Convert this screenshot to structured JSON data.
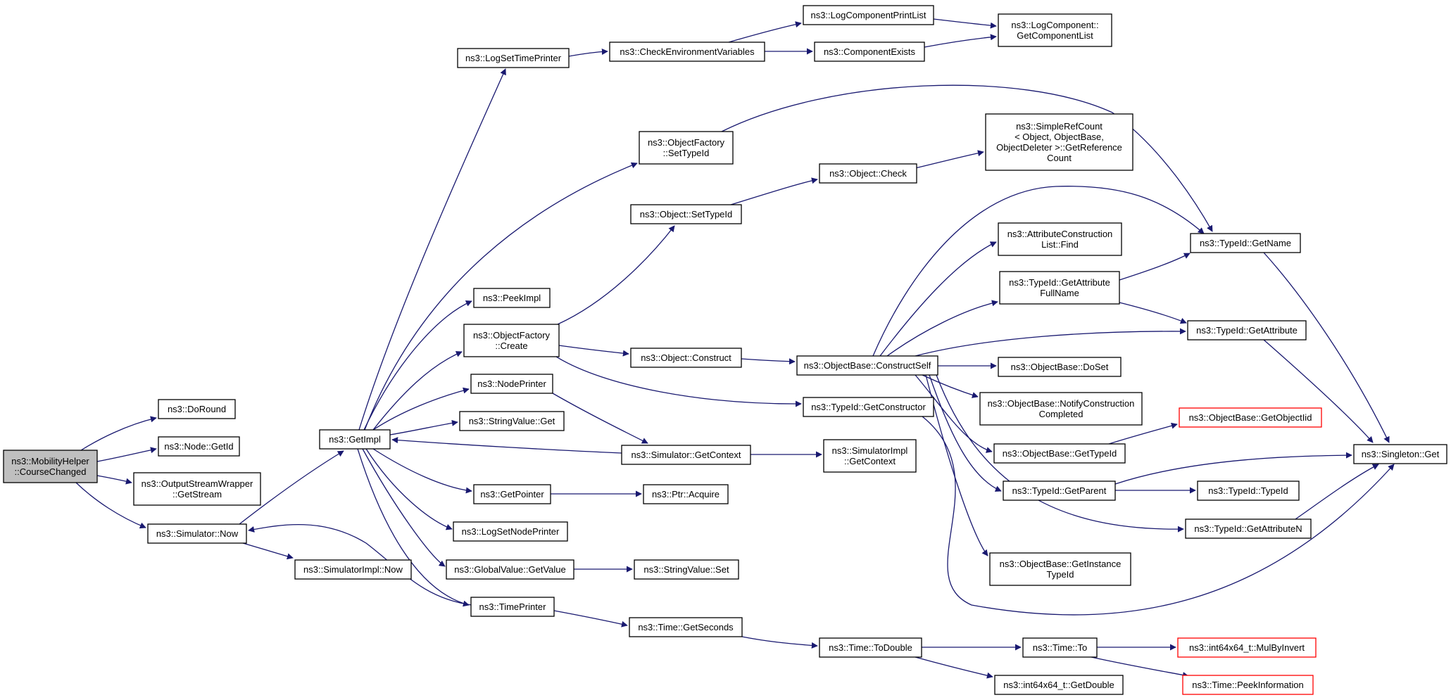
{
  "diagram": {
    "type": "call-graph",
    "colors": {
      "edge": "#191970",
      "node_border": "#000000",
      "truncated_border": "#ff0000",
      "root_fill": "#bfbfbf"
    },
    "nodes": [
      {
        "id": "root",
        "lines": [
          "ns3::MobilityHelper",
          "::CourseChanged"
        ],
        "kind": "root"
      },
      {
        "id": "doround",
        "lines": [
          "ns3::DoRound"
        ]
      },
      {
        "id": "nodegetid",
        "lines": [
          "ns3::Node::GetId"
        ]
      },
      {
        "id": "osw",
        "lines": [
          "ns3::OutputStreamWrapper",
          "::GetStream"
        ]
      },
      {
        "id": "simnow",
        "lines": [
          "ns3::Simulator::Now"
        ]
      },
      {
        "id": "simimplnow",
        "lines": [
          "ns3::SimulatorImpl::Now"
        ]
      },
      {
        "id": "getimpl",
        "lines": [
          "ns3::GetImpl"
        ]
      },
      {
        "id": "logsettime",
        "lines": [
          "ns3::LogSetTimePrinter"
        ]
      },
      {
        "id": "checkenv",
        "lines": [
          "ns3::CheckEnvironmentVariables"
        ]
      },
      {
        "id": "logcompprint",
        "lines": [
          "ns3::LogComponentPrintList"
        ]
      },
      {
        "id": "compexists",
        "lines": [
          "ns3::ComponentExists"
        ]
      },
      {
        "id": "logcomplist",
        "lines": [
          "ns3::LogComponent::",
          "GetComponentList"
        ]
      },
      {
        "id": "ofsettype",
        "lines": [
          "ns3::ObjectFactory",
          "::SetTypeId"
        ]
      },
      {
        "id": "simplerefcount",
        "lines": [
          "ns3::SimpleRefCount",
          "< Object, ObjectBase,",
          "ObjectDeleter >::GetReference",
          "Count"
        ]
      },
      {
        "id": "objcheck",
        "lines": [
          "ns3::Object::Check"
        ]
      },
      {
        "id": "objsettype",
        "lines": [
          "ns3::Object::SetTypeId"
        ]
      },
      {
        "id": "peekimpl",
        "lines": [
          "ns3::PeekImpl"
        ]
      },
      {
        "id": "ofcreate",
        "lines": [
          "ns3::ObjectFactory",
          "::Create"
        ]
      },
      {
        "id": "objconstruct",
        "lines": [
          "ns3::Object::Construct"
        ]
      },
      {
        "id": "obconstructself",
        "lines": [
          "ns3::ObjectBase::ConstructSelf"
        ]
      },
      {
        "id": "attrfind",
        "lines": [
          "ns3::AttributeConstruction",
          "List::Find"
        ]
      },
      {
        "id": "typeidgetname",
        "lines": [
          "ns3::TypeId::GetName"
        ]
      },
      {
        "id": "typeidattrfull",
        "lines": [
          "ns3::TypeId::GetAttribute",
          "FullName"
        ]
      },
      {
        "id": "typeidgetattr",
        "lines": [
          "ns3::TypeId::GetAttribute"
        ]
      },
      {
        "id": "obdoset",
        "lines": [
          "ns3::ObjectBase::DoSet"
        ]
      },
      {
        "id": "obnotify",
        "lines": [
          "ns3::ObjectBase::NotifyConstruction",
          "Completed"
        ]
      },
      {
        "id": "obgetobjtid",
        "lines": [
          "ns3::ObjectBase::GetObjectIid"
        ],
        "kind": "truncated"
      },
      {
        "id": "obgettypeid",
        "lines": [
          "ns3::ObjectBase::GetTypeId"
        ]
      },
      {
        "id": "singletonget",
        "lines": [
          "ns3::Singleton::Get"
        ]
      },
      {
        "id": "typeidgetparent",
        "lines": [
          "ns3::TypeId::GetParent"
        ]
      },
      {
        "id": "typeidtypeid",
        "lines": [
          "ns3::TypeId::TypeId"
        ]
      },
      {
        "id": "typeidgetattrn",
        "lines": [
          "ns3::TypeId::GetAttributeN"
        ]
      },
      {
        "id": "obgetinstance",
        "lines": [
          "ns3::ObjectBase::GetInstance",
          "TypeId"
        ]
      },
      {
        "id": "nodeprinter",
        "lines": [
          "ns3::NodePrinter"
        ]
      },
      {
        "id": "typeidgetctor",
        "lines": [
          "ns3::TypeId::GetConstructor"
        ]
      },
      {
        "id": "stringvalueget",
        "lines": [
          "ns3::StringValue::Get"
        ]
      },
      {
        "id": "simgetctx",
        "lines": [
          "ns3::Simulator::GetContext"
        ]
      },
      {
        "id": "simimplgetctx",
        "lines": [
          "ns3::SimulatorImpl",
          "::GetContext"
        ]
      },
      {
        "id": "getpointer",
        "lines": [
          "ns3::GetPointer"
        ]
      },
      {
        "id": "ptracquire",
        "lines": [
          "ns3::Ptr::Acquire"
        ]
      },
      {
        "id": "logsetnode",
        "lines": [
          "ns3::LogSetNodePrinter"
        ]
      },
      {
        "id": "gvgetvalue",
        "lines": [
          "ns3::GlobalValue::GetValue"
        ]
      },
      {
        "id": "stringvalueset",
        "lines": [
          "ns3::StringValue::Set"
        ]
      },
      {
        "id": "timeprinter",
        "lines": [
          "ns3::TimePrinter"
        ]
      },
      {
        "id": "timegetsec",
        "lines": [
          "ns3::Time::GetSeconds"
        ]
      },
      {
        "id": "timetodouble",
        "lines": [
          "ns3::Time::ToDouble"
        ]
      },
      {
        "id": "timeto",
        "lines": [
          "ns3::Time::To"
        ]
      },
      {
        "id": "mulbyinvert",
        "lines": [
          "ns3::int64x64_t::MulByInvert"
        ],
        "kind": "truncated"
      },
      {
        "id": "peekinfo",
        "lines": [
          "ns3::Time::PeekInformation"
        ],
        "kind": "truncated"
      },
      {
        "id": "getdouble",
        "lines": [
          "ns3::int64x64_t::GetDouble"
        ]
      }
    ]
  }
}
